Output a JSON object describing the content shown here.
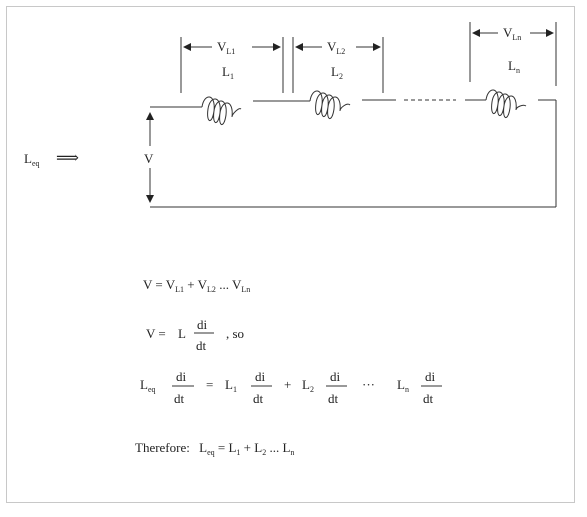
{
  "diagram": {
    "leq": {
      "main": "L",
      "sub": "eq"
    },
    "arrow_glyph": "⟹",
    "v_label": "V",
    "inductors": [
      {
        "v": {
          "main": "V",
          "sub": "L1"
        },
        "l": {
          "main": "L",
          "sub": "1"
        }
      },
      {
        "v": {
          "main": "V",
          "sub": "L2"
        },
        "l": {
          "main": "L",
          "sub": "2"
        }
      },
      {
        "v": {
          "main": "V",
          "sub": "Ln"
        },
        "l": {
          "main": "L",
          "sub": "n"
        }
      }
    ]
  },
  "equations": {
    "eq1": {
      "v": "V",
      "eq": "=",
      "vl1": "V",
      "vl1_sub": "L1",
      "plus": "+",
      "vl2": "V",
      "vl2_sub": "L2",
      "dots": "...",
      "vln": "V",
      "vln_sub": "Ln"
    },
    "eq2": {
      "v": "V",
      "eq": "=",
      "l": "L",
      "num": "di",
      "den": "dt",
      "tail": ", so"
    },
    "eq3": {
      "l": "L",
      "l_sub": "eq",
      "num": "di",
      "den": "dt",
      "eq": "=",
      "l1": "L",
      "l1_sub": "1",
      "plus": "+",
      "l2": "L",
      "l2_sub": "2",
      "dots": "···",
      "ln": "L",
      "ln_sub": "n"
    },
    "eq4": {
      "therefore": "Therefore:",
      "l": "L",
      "l_sub": "eq",
      "eq": "=",
      "l1": "L",
      "l1_sub": "1",
      "plus1": "+",
      "l2": "L",
      "l2_sub": "2",
      "dots": "...",
      "ln": "L",
      "ln_sub": "n"
    }
  }
}
